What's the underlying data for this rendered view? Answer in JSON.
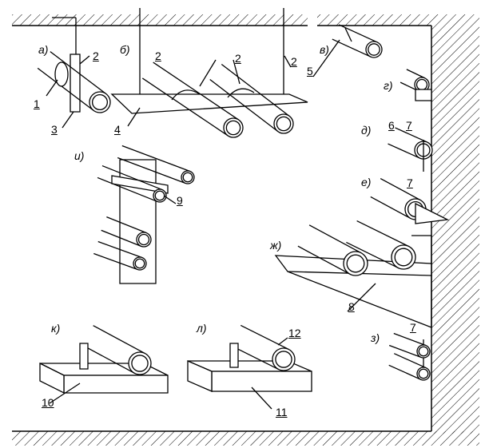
{
  "figure": {
    "variant_labels": [
      "а)",
      "б)",
      "в)",
      "г)",
      "д)",
      "е)",
      "ж)",
      "з)",
      "и)",
      "к)",
      "л)"
    ],
    "callouts": {
      "a": [
        "2",
        "1",
        "3"
      ],
      "b": [
        "2",
        "2",
        "2",
        "4"
      ],
      "v": [
        "5"
      ],
      "d": [
        "6",
        "7"
      ],
      "e": [
        "7"
      ],
      "i": [
        "9"
      ],
      "zh": [
        "8"
      ],
      "z": [
        "7"
      ],
      "k": [
        "10"
      ],
      "l": [
        "12",
        "11"
      ]
    }
  },
  "colors": {
    "line": "#000000",
    "background": "#ffffff"
  }
}
